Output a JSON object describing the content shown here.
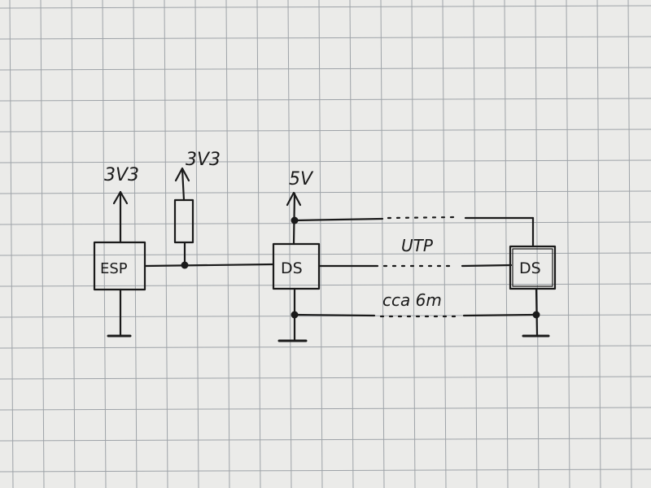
{
  "colors": {
    "paper": "#ebebe9",
    "grid": "#9ea3a8",
    "ink": "#1a1a1a"
  },
  "labels": {
    "esp_supply": "3V3",
    "pullup_supply": "3V3",
    "ds_supply": "5V",
    "esp_block": "ESP",
    "ds_local": "DS",
    "ds_remote": "DS",
    "cable_type": "UTP",
    "cable_length": "cca 6m"
  }
}
